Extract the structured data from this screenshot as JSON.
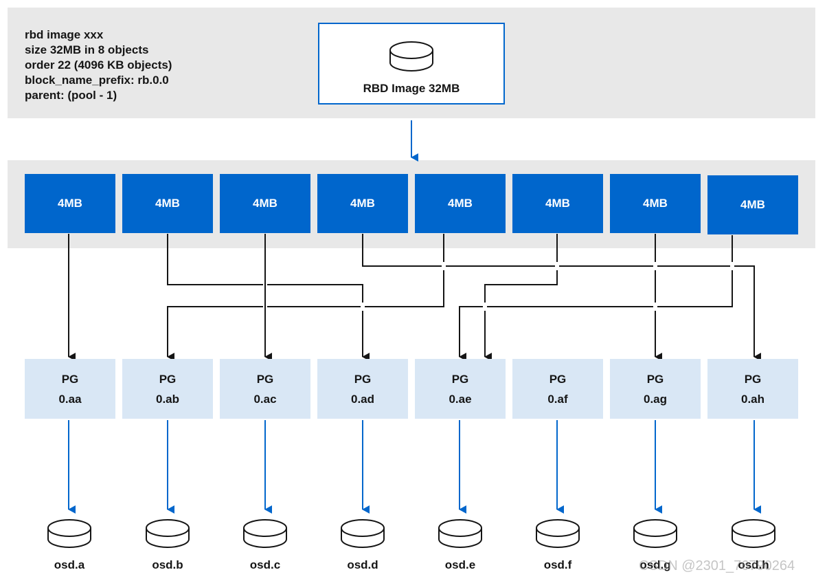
{
  "image_info": {
    "lines": [
      "rbd image xxx",
      "size 32MB in 8 objects",
      "order 22  (4096 KB objects)",
      "block_name_prefix: rb.0.0",
      "parent: (pool - 1)"
    ]
  },
  "rbd_image": {
    "label": "RBD Image 32MB",
    "icon": "disk-icon"
  },
  "objects": [
    "4MB",
    "4MB",
    "4MB",
    "4MB",
    "4MB",
    "4MB",
    "4MB",
    "4MB"
  ],
  "pgs": [
    {
      "title": "PG",
      "id": "0.aa"
    },
    {
      "title": "PG",
      "id": "0.ab"
    },
    {
      "title": "PG",
      "id": "0.ac"
    },
    {
      "title": "PG",
      "id": "0.ad"
    },
    {
      "title": "PG",
      "id": "0.ae"
    },
    {
      "title": "PG",
      "id": "0.af"
    },
    {
      "title": "PG",
      "id": "0.ag"
    },
    {
      "title": "PG",
      "id": "0.ah"
    }
  ],
  "osds": [
    "osd.a",
    "osd.b",
    "osd.c",
    "osd.d",
    "osd.e",
    "osd.f",
    "osd.g",
    "osd.h"
  ],
  "object_to_pg_mapping": [
    {
      "object": 1,
      "pg": "0.aa"
    },
    {
      "object": 2,
      "pg": "0.ad"
    },
    {
      "object": 3,
      "pg": "0.ac"
    },
    {
      "object": 4,
      "pg": "0.ah"
    },
    {
      "object": 5,
      "pg": "0.ab"
    },
    {
      "object": 6,
      "pg": "0.ae"
    },
    {
      "object": 7,
      "pg": "0.ag"
    },
    {
      "object": 8,
      "pg": "0.ae"
    }
  ],
  "watermark": "CSDN @2301_76790264",
  "colors": {
    "accent": "#0066cc",
    "band": "#e8e8e8",
    "pg_fill": "#d9e7f5",
    "text": "#151515",
    "connector": "#151515"
  }
}
